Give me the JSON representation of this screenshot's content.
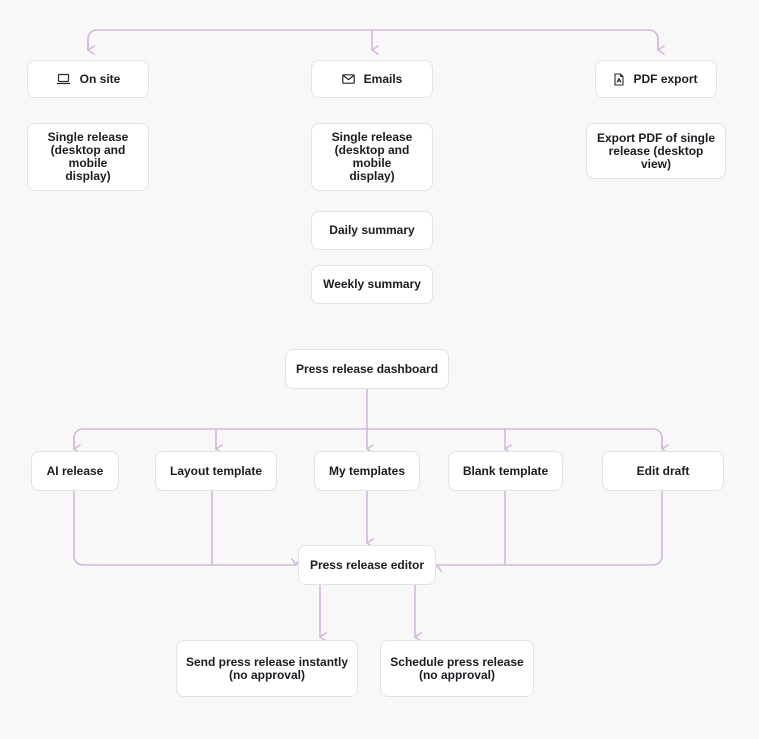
{
  "colors": {
    "connector": "#d5b6de",
    "node_border": "#e3e1e6",
    "background": "#f9f8f9"
  },
  "channels": {
    "on_site": {
      "label": "On site",
      "icon": "laptop-icon"
    },
    "emails": {
      "label": "Emails",
      "icon": "envelope-icon"
    },
    "pdf_export": {
      "label": "PDF export",
      "icon": "file-pdf-icon"
    }
  },
  "outputs": {
    "on_site_single": "Single release\n(desktop and mobile\ndisplay)",
    "emails_single": "Single release\n(desktop and mobile\ndisplay)",
    "daily_summary": "Daily summary",
    "weekly_summary": "Weekly summary",
    "pdf_single": "Export PDF of single\nrelease (desktop view)"
  },
  "flow": {
    "dashboard": "Press release dashboard",
    "options": {
      "ai_release": "AI release",
      "layout_template": "Layout template",
      "my_templates": "My templates",
      "blank_template": "Blank template",
      "edit_draft": "Edit draft"
    },
    "editor": "Press release editor",
    "send_instantly": "Send press release instantly\n(no approval)",
    "schedule": "Schedule press release\n(no approval)"
  }
}
